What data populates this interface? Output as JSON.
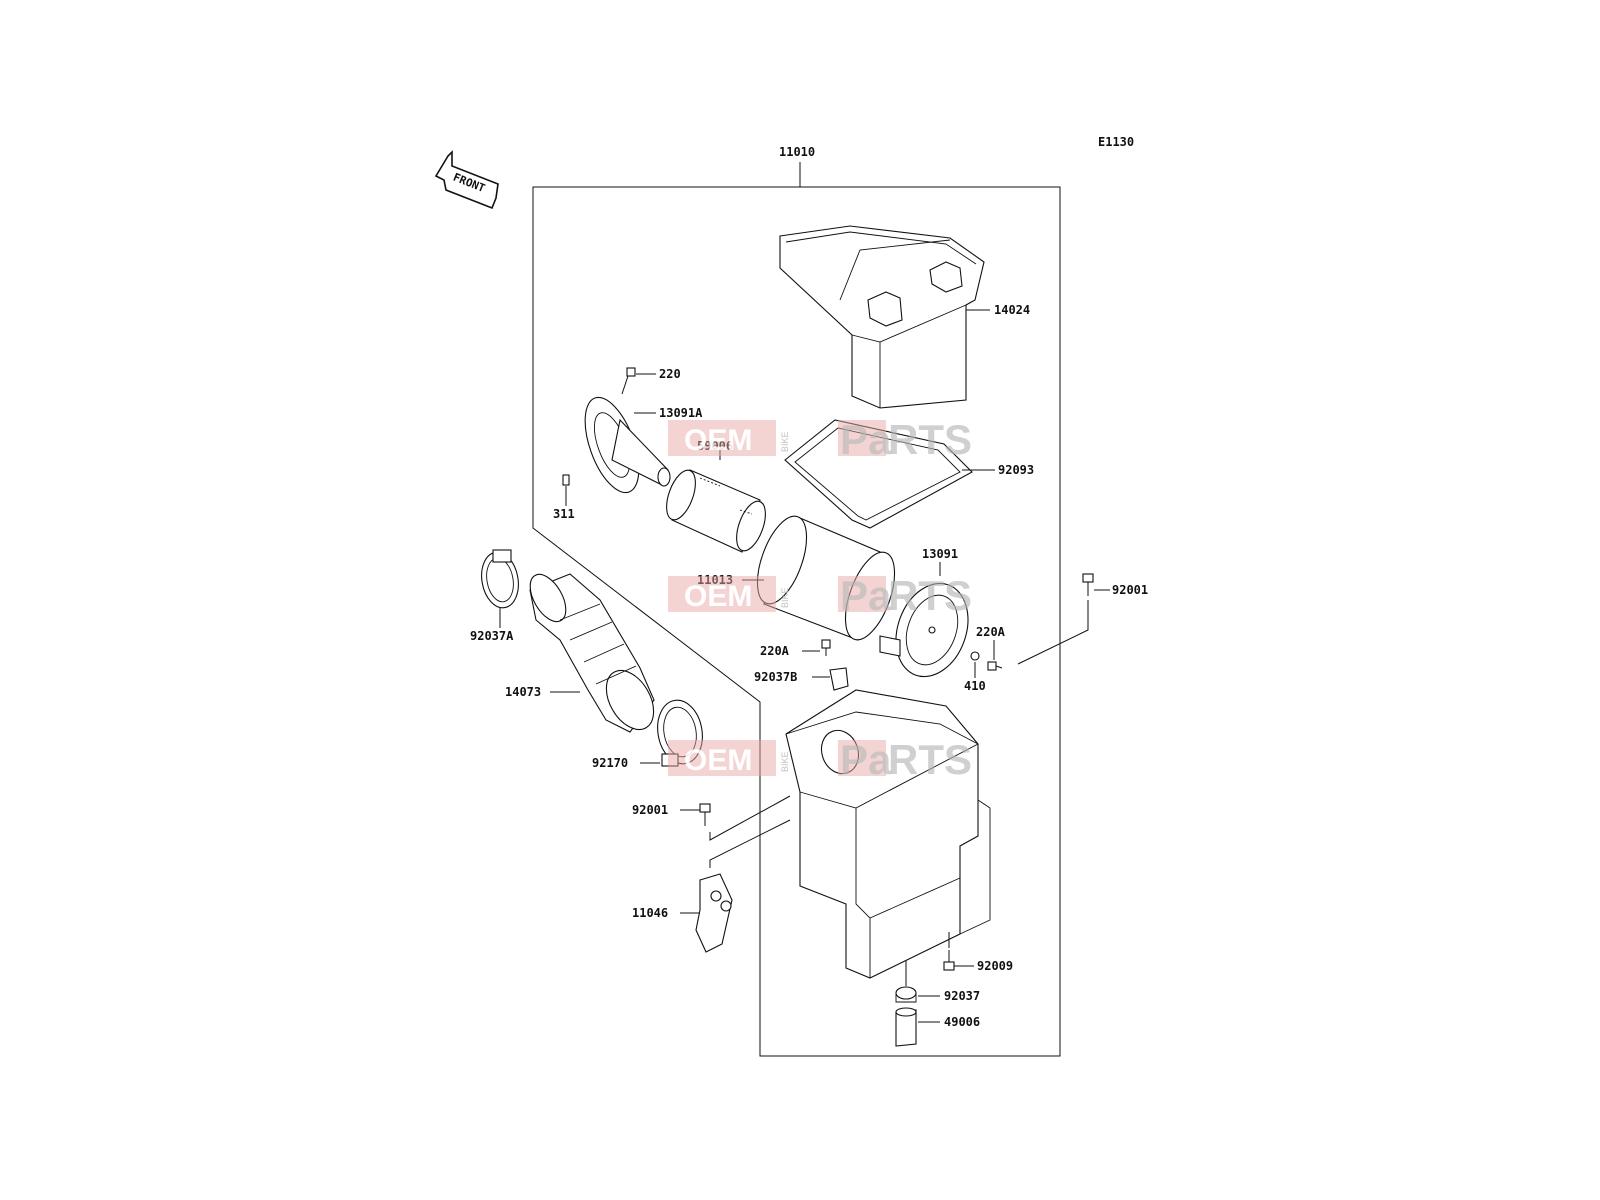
{
  "diagram_code": "E1130",
  "front_marker": "FRONT",
  "watermark": {
    "left": "OEM",
    "middle": "BIKE",
    "right_a": "Pa",
    "right_b": "RTS"
  },
  "labels": {
    "assembly": "11010",
    "cover": "14024",
    "screw_220": "220",
    "holder_13091A": "13091A",
    "element_59006": "59006",
    "pin_311": "311",
    "seal_92093": "92093",
    "element_11013": "11013",
    "holder_13091": "13091",
    "bolt_92001_right": "92001",
    "screw_220A_left": "220A",
    "screw_220A_right": "220A",
    "clamp_92037B": "92037B",
    "washer_410": "410",
    "clamp_92037A": "92037A",
    "duct_14073": "14073",
    "clamp_92170": "92170",
    "bolt_92001_left": "92001",
    "bracket_11046": "11046",
    "bolt_92009": "92009",
    "clamp_92037": "92037",
    "cap_49006": "49006"
  }
}
